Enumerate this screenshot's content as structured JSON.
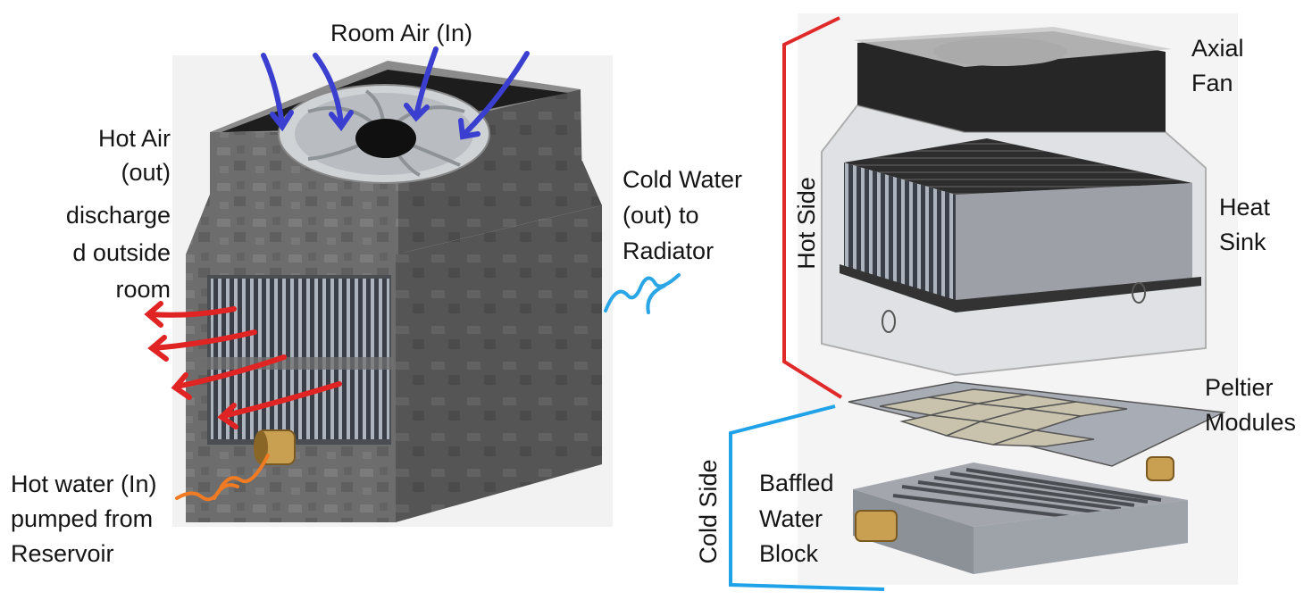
{
  "left_assembly": {
    "room_air": "Room Air (In)",
    "hot_air_lines": [
      "Hot Air",
      "(out)",
      "discharge",
      "d outside",
      "room"
    ],
    "cold_water_lines": [
      "Cold Water",
      "(out) to",
      "Radiator"
    ],
    "hot_water_lines": [
      "Hot water (In)",
      "pumped from",
      "Reservoir"
    ]
  },
  "right_exploded": {
    "axial_fan_lines": [
      "Axial",
      "Fan"
    ],
    "heat_sink_lines": [
      "Heat",
      "Sink"
    ],
    "peltier_lines": [
      "Peltier",
      "Modules"
    ],
    "water_block_lines": [
      "Baffled",
      "Water",
      "Block"
    ],
    "hot_side": "Hot Side",
    "cold_side": "Cold Side"
  },
  "colors": {
    "room_air_arrows": "#3a3fd0",
    "hot_air_arrows": "#e02424",
    "cold_water": "#2aa6e6",
    "hot_water": "#f07b22",
    "hot_side_bracket": "#e02a2a",
    "cold_side_bracket": "#1fa2e8"
  }
}
